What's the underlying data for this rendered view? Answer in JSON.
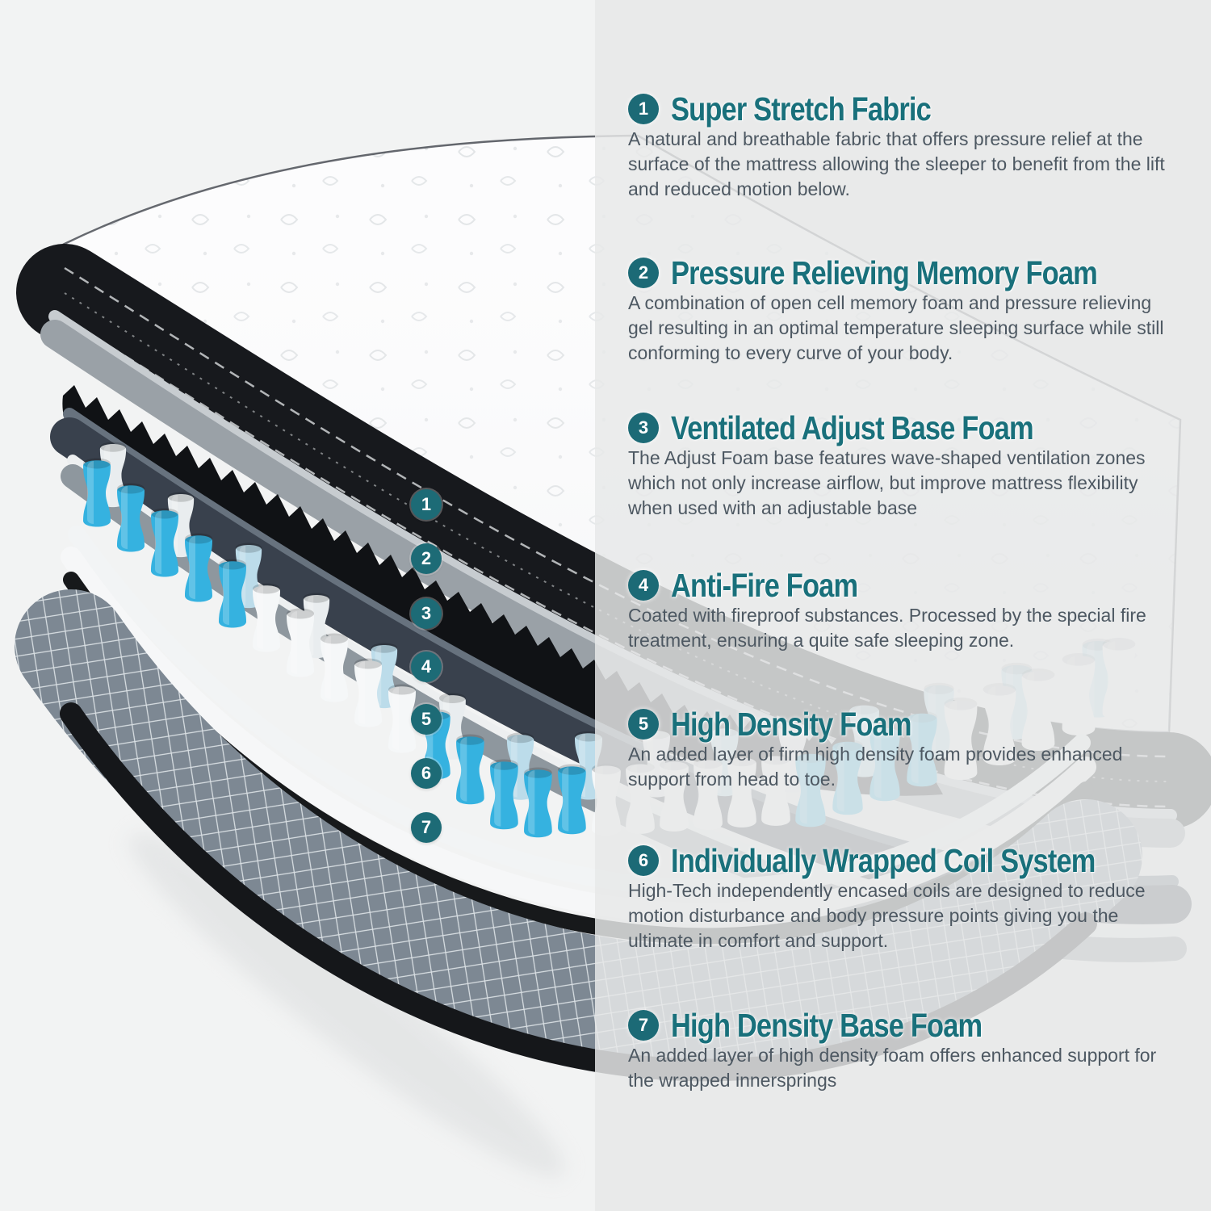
{
  "colors": {
    "accent_teal": "#19707b",
    "badge_teal": "#1c6a76",
    "body_text": "#4d5862",
    "coil_blue": "#35b2e0",
    "left_background": "#f2f3f3",
    "panel_background": "#e8e9e9"
  },
  "markers": [
    "1",
    "2",
    "3",
    "4",
    "5",
    "6",
    "7"
  ],
  "sections": [
    {
      "num": "1",
      "title": "Super Stretch Fabric",
      "body": "A natural and breathable fabric that offers pressure relief at the surface of the mattress allowing the sleeper to benefit from the lift and reduced motion below."
    },
    {
      "num": "2",
      "title": "Pressure Relieving Memory Foam",
      "body": "A combination of open cell memory foam and pressure relieving gel resulting in an optimal temperature sleeping surface while still conforming to every curve of your body."
    },
    {
      "num": "3",
      "title": "Ventilated Adjust Base Foam",
      "body": "The Adjust Foam base features wave-shaped ventilation zones which not only increase airflow, but improve mattress flexibility when used with an adjustable base"
    },
    {
      "num": "4",
      "title": "Anti-Fire Foam",
      "body": "Coated with fireproof substances. Processed by the special fire treatment, ensuring a quite safe sleeping zone."
    },
    {
      "num": "5",
      "title": "High Density Foam",
      "body": "An added layer of firm high density foam provides enhanced support from head to toe."
    },
    {
      "num": "6",
      "title": "Individually Wrapped Coil System",
      "body": "High-Tech independently encased coils are designed to reduce motion disturbance and body pressure points giving you the ultimate in comfort and support."
    },
    {
      "num": "7",
      "title": "High Density Base Foam",
      "body": "An added layer of high density foam offers enhanced support for the wrapped innersprings"
    }
  ]
}
